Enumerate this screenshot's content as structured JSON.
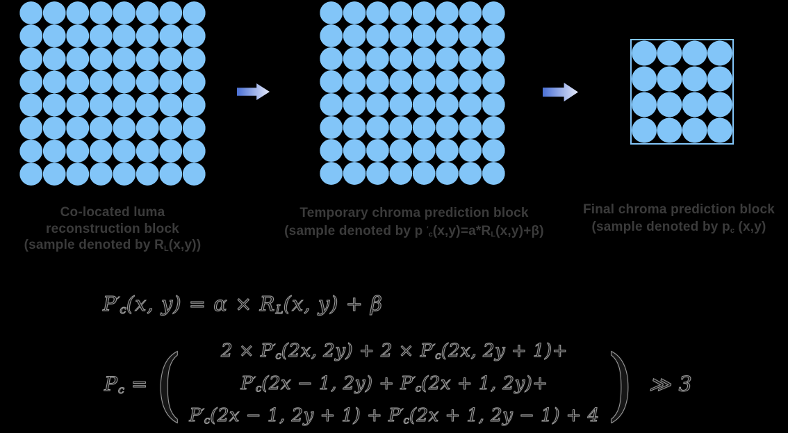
{
  "colors": {
    "page_bg": "#000000",
    "block_fill": "#82c5f8",
    "block_border": "#82c5f8",
    "arrow_from": "#4a70d5",
    "arrow_to": "#e4e9fa",
    "label_text": "#3b3b3b",
    "formula_ink": "#161616",
    "formula_halo": "#9c9c9c"
  },
  "blocks": [
    {
      "id": "luma-reconstruction",
      "grid": {
        "cols": 8,
        "rows": 8
      },
      "caption_lines": [
        [
          {
            "t": "Co-located luma"
          }
        ],
        [
          {
            "t": "reconstruction block"
          }
        ],
        [
          {
            "t": "(sample denoted by R"
          },
          {
            "t": "L",
            "v": "sub"
          },
          {
            "t": "(x,y))"
          }
        ]
      ]
    },
    {
      "id": "temporary-chroma-prediction",
      "grid": {
        "cols": 8,
        "rows": 8
      },
      "caption_lines": [
        [
          {
            "t": "Temporary chroma prediction block"
          }
        ],
        [
          {
            "t": "(sample denoted by p "
          },
          {
            "t": "′",
            "v": "sup"
          },
          {
            "t": "c",
            "v": "sub"
          },
          {
            "t": "(x,y)=a*R"
          },
          {
            "t": "L",
            "v": "sub"
          },
          {
            "t": "(x,y)+β)"
          }
        ]
      ]
    },
    {
      "id": "final-chroma-prediction",
      "grid": {
        "cols": 4,
        "rows": 4
      },
      "caption_lines": [
        [
          {
            "t": "Final chroma prediction block"
          }
        ],
        [
          {
            "t": "(sample denoted by p"
          },
          {
            "t": "c",
            "v": "sub"
          },
          {
            "t": " (x,y)"
          }
        ]
      ]
    }
  ],
  "formulas": {
    "f1": [
      {
        "t": "P"
      },
      {
        "t": "′",
        "v": "sup"
      },
      {
        "t": "c",
        "v": "sub"
      },
      {
        "t": "(x, y) = α × R"
      },
      {
        "t": "L",
        "v": "sub"
      },
      {
        "t": "(x, y) + β"
      }
    ],
    "f2": {
      "lhs": [
        {
          "t": "P"
        },
        {
          "t": "c",
          "v": "sub"
        },
        {
          "t": " ="
        }
      ],
      "open_paren": "(",
      "lines": [
        [
          {
            "t": "2 × P"
          },
          {
            "t": "′",
            "v": "sup"
          },
          {
            "t": "c",
            "v": "sub"
          },
          {
            "t": "(2x, 2y) + 2 × P"
          },
          {
            "t": "′",
            "v": "sup"
          },
          {
            "t": "c",
            "v": "sub"
          },
          {
            "t": "(2x, 2y + 1)+"
          }
        ],
        [
          {
            "t": "P"
          },
          {
            "t": "′",
            "v": "sup"
          },
          {
            "t": "c",
            "v": "sub"
          },
          {
            "t": "(2x − 1, 2y) + P"
          },
          {
            "t": "′",
            "v": "sup"
          },
          {
            "t": "c",
            "v": "sub"
          },
          {
            "t": "(2x + 1, 2y)+"
          }
        ],
        [
          {
            "t": "P"
          },
          {
            "t": "′",
            "v": "sup"
          },
          {
            "t": "c",
            "v": "sub"
          },
          {
            "t": "(2x − 1, 2y + 1) + P"
          },
          {
            "t": "′",
            "v": "sup"
          },
          {
            "t": "c",
            "v": "sub"
          },
          {
            "t": "(2x + 1, 2y − 1) + 4"
          }
        ]
      ],
      "close_paren": ")",
      "shift": [
        {
          "t": "≫ 3"
        }
      ]
    }
  }
}
